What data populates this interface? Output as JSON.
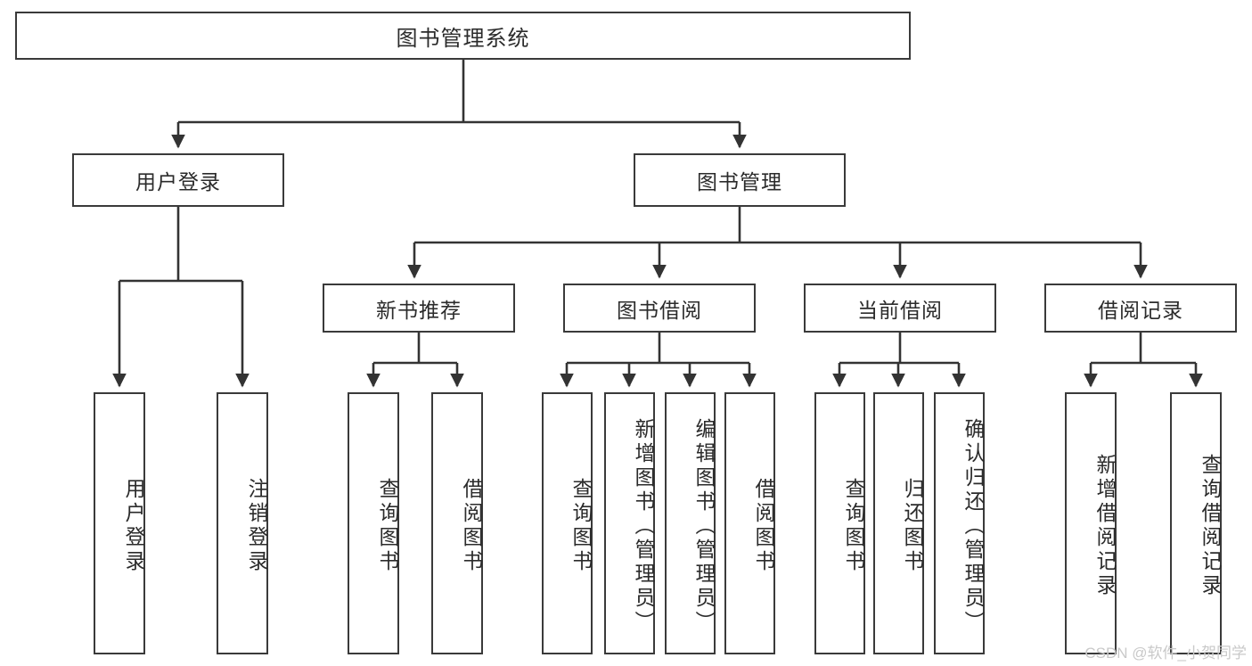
{
  "diagram": {
    "type": "tree",
    "title": "图书管理系统",
    "watermark": "CSDN @软件_小贺同学",
    "colors": {
      "box_border": "#3a3a3a",
      "box_fill": "#ffffff",
      "connector": "#333333",
      "text": "#2b2b2b",
      "watermark": "#c9c9c9",
      "background": "#ffffff"
    },
    "levels": {
      "root": {
        "label": "图书管理系统"
      },
      "level2": [
        {
          "label": "用户登录"
        },
        {
          "label": "图书管理"
        }
      ],
      "level3": [
        {
          "label": "新书推荐"
        },
        {
          "label": "图书借阅"
        },
        {
          "label": "当前借阅"
        },
        {
          "label": "借阅记录"
        }
      ],
      "leaves": {
        "user_login": [
          {
            "label": "用户登录"
          },
          {
            "label": "注销登录"
          }
        ],
        "new_book_recommend": [
          {
            "label": "查询图书"
          },
          {
            "label": "借阅图书"
          }
        ],
        "book_borrow": [
          {
            "label": "查询图书"
          },
          {
            "label": "新增图书（管理员）"
          },
          {
            "label": "编辑图书（管理员）"
          },
          {
            "label": "借阅图书"
          }
        ],
        "current_borrow": [
          {
            "label": "查询图书"
          },
          {
            "label": "归还图书"
          },
          {
            "label": "确认归还（管理员）"
          }
        ],
        "borrow_record": [
          {
            "label": "新增借阅记录"
          },
          {
            "label": "查询借阅记录"
          }
        ]
      }
    }
  }
}
